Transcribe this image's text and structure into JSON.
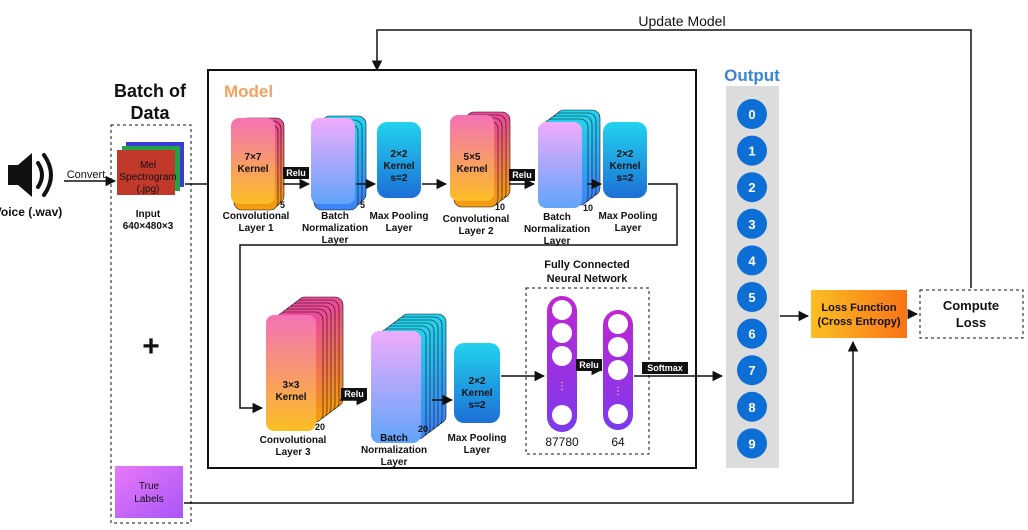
{
  "input": {
    "voice_label": "Voice (.wav)",
    "convert_label": "Convert",
    "spectrogram_line1": "Mel",
    "spectrogram_line2": "Spectrogram",
    "spectrogram_line3": "(.jpg)",
    "input_line1": "Input",
    "input_line2": "640×480×3"
  },
  "batch": {
    "title_line1": "Batch of",
    "title_line2": "Data",
    "plus": "+",
    "true_labels_line1": "True",
    "true_labels_line2": "Labels"
  },
  "model": {
    "title": "Model",
    "layers": [
      {
        "kernel_line1": "7×7",
        "kernel_line2": "Kernel",
        "count": "5",
        "name_line1": "Convolutional",
        "name_line2": "Layer 1"
      },
      {
        "count": "5",
        "name_line1": "Batch",
        "name_line2": "Normalization",
        "name_line3": "Layer"
      },
      {
        "kernel_line1": "2×2",
        "kernel_line2": "Kernel",
        "kernel_line3": "s=2",
        "name_line1": "Max Pooling",
        "name_line2": "Layer"
      },
      {
        "kernel_line1": "5×5",
        "kernel_line2": "Kernel",
        "count": "10",
        "name_line1": "Convolutional",
        "name_line2": "Layer 2"
      },
      {
        "count": "10",
        "name_line1": "Batch",
        "name_line2": "Normalization",
        "name_line3": "Layer"
      },
      {
        "kernel_line1": "2×2",
        "kernel_line2": "Kernel",
        "kernel_line3": "s=2",
        "name_line1": "Max Pooling",
        "name_line2": "Layer"
      },
      {
        "kernel_line1": "3×3",
        "kernel_line2": "Kernel",
        "count": "20",
        "name_line1": "Convolutional",
        "name_line2": "Layer 3"
      },
      {
        "count": "20",
        "name_line1": "Batch",
        "name_line2": "Normalization",
        "name_line3": "Layer"
      },
      {
        "kernel_line1": "2×2",
        "kernel_line2": "Kernel",
        "kernel_line3": "s=2",
        "name_line1": "Max Pooling",
        "name_line2": "Layer"
      }
    ],
    "relu": "Relu",
    "fc_title_line1": "Fully Connected",
    "fc_title_line2": "Neural Network",
    "fc_layer1_size": "87780",
    "fc_layer2_size": "64",
    "softmax": "Softmax"
  },
  "output": {
    "title": "Output",
    "classes": [
      "0",
      "1",
      "2",
      "3",
      "4",
      "5",
      "6",
      "7",
      "8",
      "9"
    ]
  },
  "loss": {
    "line1": "Loss Function",
    "line2": "(Cross Entropy)"
  },
  "compute": {
    "line1": "Compute",
    "line2": "Loss"
  },
  "update_model": "Update Model",
  "colors": {
    "model_title": "#f4a261",
    "output_title": "#3a86d6",
    "output_node": "#0d6fd6",
    "fc_purple": "#a855f7",
    "loss_orange": "#f7b24a",
    "true_labels": "#d946ef"
  }
}
